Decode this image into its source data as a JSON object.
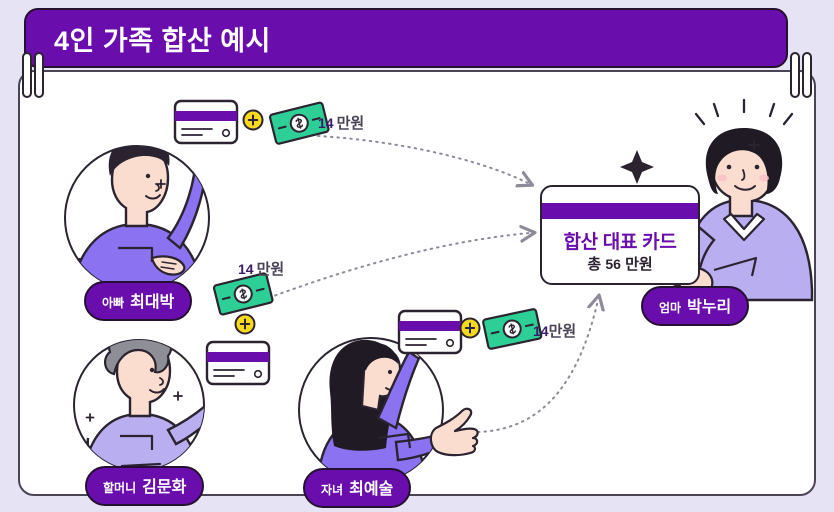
{
  "banner": {
    "title": "4인 가족 합산 예시"
  },
  "decor": {
    "ring_left_name": "binder-ring-left",
    "ring_right_name": "binder-ring-right"
  },
  "people": [
    {
      "id": "dad",
      "relation": "아빠",
      "name": "최대박",
      "shirt_color": "#8a72f0",
      "hair_color": "#2b2330",
      "holds": "credit-card"
    },
    {
      "id": "grandma",
      "relation": "할머니",
      "name": "김문화",
      "shirt_color": "#b9aef0",
      "hair_color": "#8e8e96",
      "holds": "credit-card"
    },
    {
      "id": "child",
      "relation": "자녀",
      "name": "최예술",
      "shirt_color": "#8a72f0",
      "hair_color": "#1f1a24",
      "holds": "credit-card"
    },
    {
      "id": "mom",
      "relation": "엄마",
      "name": "박누리",
      "shirt_color": "#b9aef0",
      "hair_color": "#1f1a24",
      "holds": "result-card"
    }
  ],
  "amounts": [
    {
      "id": "dad-amount",
      "number": "14",
      "unit": "만원",
      "spaced": true
    },
    {
      "id": "grandma-amount",
      "number": "14",
      "unit": "만원",
      "spaced": true
    },
    {
      "id": "child-amount",
      "number": "14",
      "unit": "만원",
      "spaced": false
    }
  ],
  "result_card": {
    "title": "합산 대표 카드",
    "total_prefix": "총",
    "total_value": "56",
    "total_unit": "만원"
  },
  "colors": {
    "background": "#e6e3f4",
    "panel": "#ffffff",
    "brand_purple": "#6a0dad",
    "outline": "#2b2330",
    "money_green": "#2ecf96",
    "coin_yellow": "#f7d91e",
    "skin": "#fbddd0",
    "arrow_gray": "#8f8a99"
  },
  "icons": {
    "coin_plus": "plus-coin-icon",
    "banknote": "banknote-icon",
    "credit_card": "credit-card-icon",
    "arrow": "dotted-arrow-icon",
    "sparkle": "sparkle-icon"
  }
}
